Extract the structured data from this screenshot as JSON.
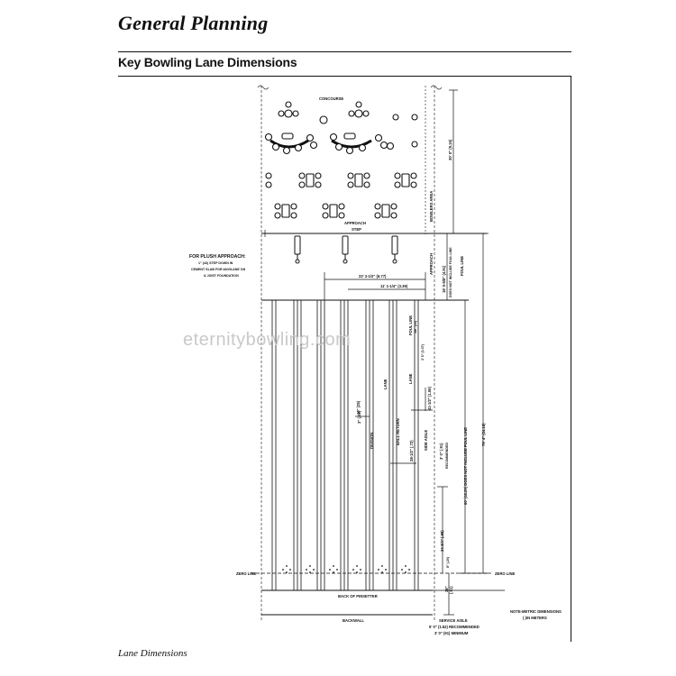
{
  "header": {
    "title": "General  Planning",
    "subtitle": "Key Bowling Lane Dimensions"
  },
  "caption": "Lane Dimensions",
  "watermark": "eternitybowling.com",
  "labels": {
    "concourse": "CONCOURSE",
    "bowlers_area": "BOWLERS AREA",
    "approach_step_1": "APPROACH",
    "approach_step_2": "STEP",
    "approach": "APPROACH",
    "plush_title": "FOR PLUSH APPROACH:",
    "plush_l1": "1\" (43) STEP DOWN IN",
    "plush_l2": "CEMENT SLAB FOR ANVILANE ON",
    "plush_l3": "& JOIST FOUNDATION",
    "foul_line_top": "FOUL LINE",
    "foul_line_lane": "FOUL LINE",
    "lane": "LANE",
    "lane_2": "LANE",
    "division": "DIVISION",
    "ball_return": "BALL RETURN",
    "side_aisle": "SIDE AISLE",
    "zero_line_left": "ZERO LINE",
    "zero_line_right": "ZERO LINE",
    "back_of_pinsetter": "BACK OF PINSETTER",
    "backwall": "BACKWALL",
    "service_aisle": "SERVICE AISLE",
    "service_rec": "5' 0\" (1.52) RECOMMENDED",
    "service_min": "3' 0\" (91) MINIMUM",
    "metric_1": "NOTE-METRIC DIMENSIONS",
    "metric_2": "( )IN METERS"
  },
  "dimensions": {
    "d_30": "30' 0\" (9.15)",
    "d_16": "16' 0-5/8\" (4.91)",
    "d_16_note": "DOES NOT INCLUDE FOUL LINE",
    "d_22": "22' 2-1/2\" (6.77)",
    "d_11": "11' 1-1/4\" (3.39)",
    "d_foul_line": "3/8\" (10)",
    "d_42": "3' 6\" (1.07)",
    "d_41": "41-1/2\" (1.06)",
    "d_3": "3\" (.08)",
    "d_10": "10\" (25)",
    "d_28": "28-1/2\" (.72)",
    "d_3_0": "3' 0\" (.91)",
    "d_3_0_note": "RECOMMENDED",
    "d_60": "60' (18.29) DOES NOT INCLUDE FOUL LINE",
    "d_79": "79' 4\" (24.18)",
    "d_34": "34-3/4\" (.88)",
    "d_8": "8\" (.20)",
    "d_36": "36\"",
    "d_36_sub": "(.91)"
  }
}
